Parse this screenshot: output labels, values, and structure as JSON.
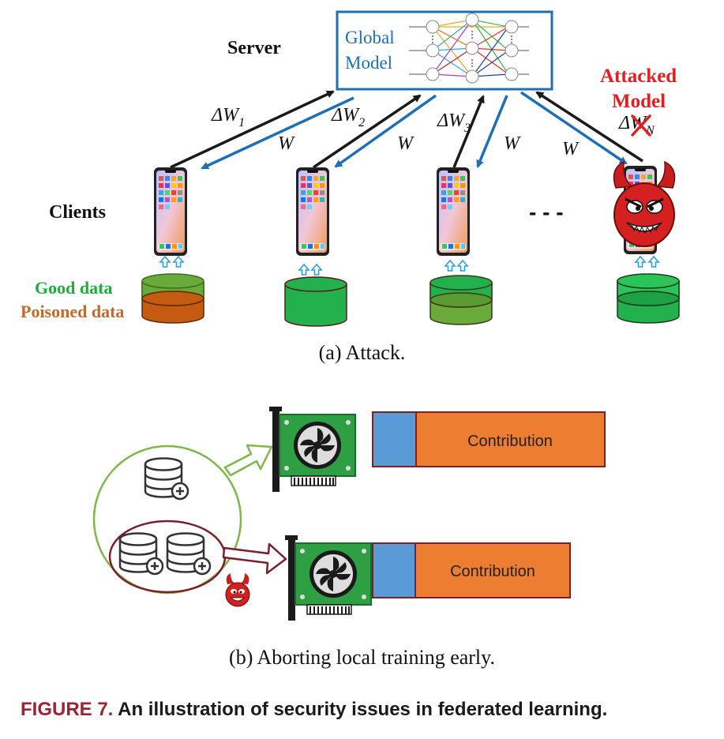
{
  "attack": {
    "server_label": "Server",
    "clients_label": "Clients",
    "global_model": {
      "line1": "Global",
      "line2": "Model"
    },
    "attacked_model": {
      "line1": "Attacked",
      "line2": "Model"
    },
    "good_data_label": "Good data",
    "poisoned_data_label": "Poisoned data",
    "update_labels": [
      "ΔW",
      "ΔW",
      "ΔW",
      "ΔW"
    ],
    "update_subscripts": [
      "1",
      "2",
      "3",
      "N"
    ],
    "broadcast_label": "W",
    "ellipsis": "- - -",
    "caption": "(a) Attack.",
    "colors": {
      "upload_arrow": "#1a1a1a",
      "download_arrow": "#1f6fb5",
      "good_data": "#22b14c",
      "poisoned_data": "#c55a11",
      "attack_text": "#e02020",
      "good_text": "#1fae3b",
      "poison_text": "#c06a2b"
    }
  },
  "early_abort": {
    "contribution_top": "Contribution",
    "contribution_bottom": "Contribution",
    "caption": "(b) Aborting local training early.",
    "colors": {
      "bar_blue": "#5b9bd5",
      "bar_orange": "#ed7d31",
      "circle_green": "#7fb84a",
      "circle_maroon": "#7b1f2b",
      "gpu_green": "#2ea043"
    }
  },
  "figure_caption": {
    "label": "FIGURE 7.",
    "text": "An illustration of security issues in federated learning."
  },
  "icons": [
    "neural-network-icon",
    "smartphone-icon",
    "devil-icon",
    "database-icon",
    "database-add-icon",
    "gpu-card-icon",
    "upload-arrow-icon",
    "x-mark-icon"
  ]
}
